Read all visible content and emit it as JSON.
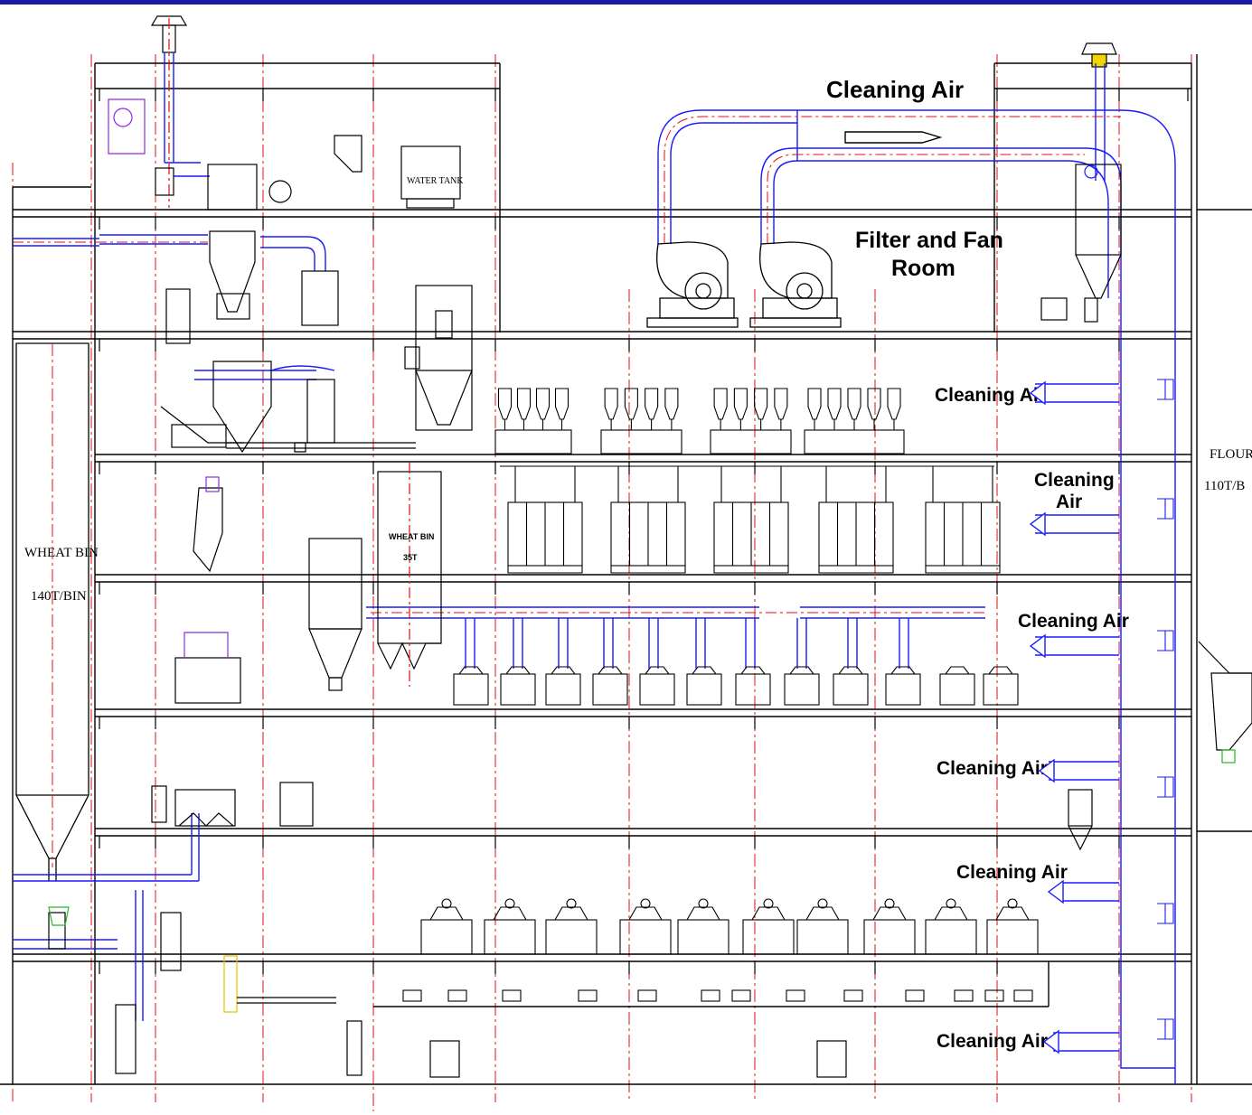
{
  "colors": {
    "top_bar": "#1a1aa8",
    "structure": "#000000",
    "air_duct": "#1a1aff",
    "centerline": "#e01010",
    "equipment_accent": "#8a2be2",
    "highlight_green": "#22bb22",
    "highlight_yellow": "#e6c200",
    "highlight_magenta": "#e000c0"
  },
  "labels": {
    "cleaning_air_top": "Cleaning Air",
    "filter_fan_room_line1": "Filter and Fan",
    "filter_fan_room_line2": "Room",
    "water_tank": "WATER TANK",
    "wheat_bin_left": "WHEAT BIN",
    "wheat_bin_left_capacity": "140T/BIN",
    "wheat_bin_mid": "WHEAT BIN",
    "wheat_bin_mid_capacity": "35T",
    "flour_bin": "FLOUR",
    "flour_bin_capacity": "110T/B",
    "cleaning_air_floor5": "Cleaning Air",
    "cleaning_air_floor4_line1": "Cleaning",
    "cleaning_air_floor4_line2": "Air",
    "cleaning_air_floor3": "Cleaning Air",
    "cleaning_air_floor2": "Cleaning Air",
    "cleaning_air_floor1": "Cleaning Air",
    "cleaning_air_ground": "Cleaning Air"
  }
}
